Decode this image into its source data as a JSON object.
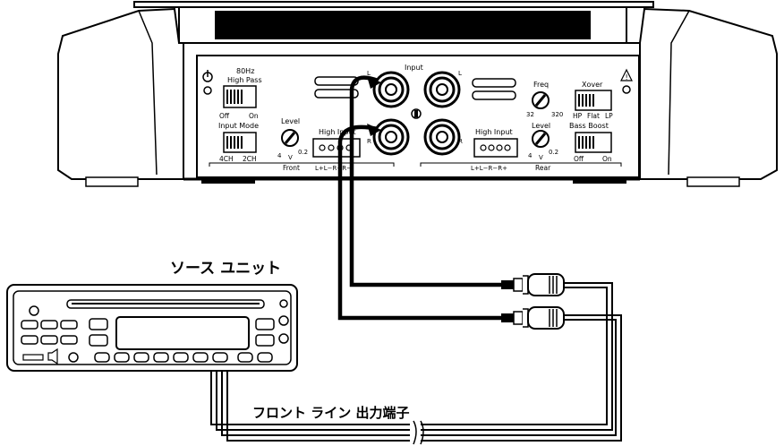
{
  "captions": {
    "source_unit": "ソース ユニット",
    "front_line_out": "フロント ライン 出力端子"
  },
  "amp": {
    "hpf_label_1": "80Hz",
    "hpf_label_2": "High Pass",
    "hpf_off": "Off",
    "hpf_on": "On",
    "input_mode": "Input Mode",
    "mode_4ch": "4CH",
    "mode_2ch": "2CH",
    "level": "Level",
    "level_4": "4",
    "level_v": "V",
    "level_02": "0.2",
    "high_input": "High Input",
    "front": "Front",
    "front_pins": "L+L−R+R−",
    "input": "Input",
    "rca_l": "L",
    "rca_r": "R",
    "freq": "Freq",
    "freq_32": "32",
    "freq_320": "320",
    "rear_level": "Level",
    "rear_level_4": "4",
    "rear_level_v": "V",
    "rear_level_02": "0.2",
    "rear_high_input": "High Input",
    "rear_pins": "L+L−R−R+",
    "rear": "Rear",
    "xover": "Xover",
    "xover_hp": "HP",
    "xover_flat": "Flat",
    "xover_lp": "LP",
    "bass_boost": "Bass Boost",
    "bass_off": "Off",
    "bass_on": "On",
    "power_icon": "power-icon",
    "warning_icon": "warning-icon"
  }
}
